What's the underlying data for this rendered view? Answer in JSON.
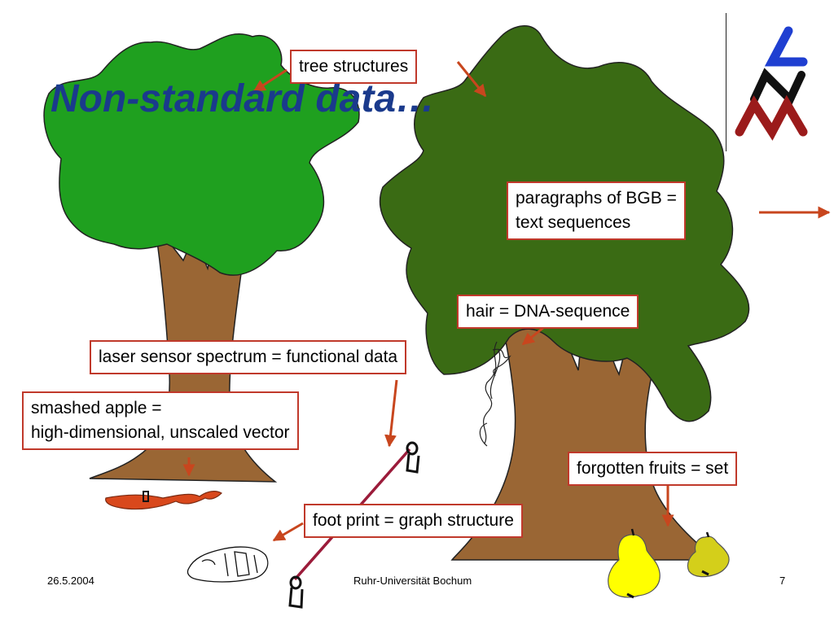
{
  "slide": {
    "title": "Non-standard data…",
    "callouts": {
      "tree_structures": "tree structures",
      "paragraphs_line1": "paragraphs of BGB =",
      "paragraphs_line2": "text sequences",
      "hair": "hair = DNA-sequence",
      "laser": "laser sensor spectrum = functional data",
      "apple_line1": "smashed apple =",
      "apple_line2": "high-dimensional, unscaled vector",
      "fruits": "forgotten fruits = set",
      "footprint": "foot print = graph structure"
    },
    "footer": {
      "date": "26.5.2004",
      "institution": "Ruhr-Universität Bochum",
      "page": "7"
    }
  },
  "colors": {
    "title": "#1a3a8c",
    "callout_border": "#c0392b",
    "arrow": "#c8461e",
    "tree_left_canopy": "#1fa01f",
    "tree_right_canopy": "#3a6b14",
    "trunk": "#9a6634",
    "pear": "#ffff00",
    "pear_small": "#d4cf1a",
    "graph_line": "#9b1b3a",
    "apple": "#d9481c",
    "logo_blue": "#1f3fd1",
    "logo_red": "#9b1b1b"
  }
}
